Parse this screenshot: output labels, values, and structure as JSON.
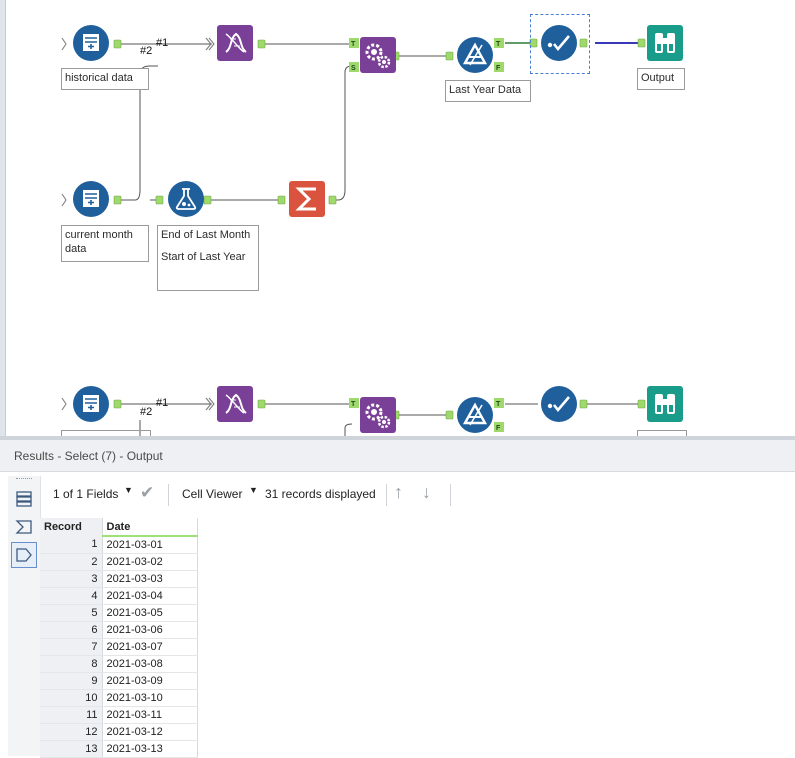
{
  "workflow": {
    "labels": {
      "historical": "historical data",
      "current": "current month data",
      "formula_l1": "End of Last Month",
      "formula_l2": "Start of Last Year",
      "filter": "Last Year Data",
      "output": "Output"
    },
    "connections": {
      "c1": "#1",
      "c2": "#2",
      "c3": "#1",
      "c4": "#2"
    },
    "anchors": {
      "true": "T",
      "false": "F",
      "source": "S"
    },
    "colors": {
      "input": "#1f5f9c",
      "dna": "#7a3f96",
      "join": "#7a3f96",
      "summarize": "#d9533e",
      "formula": "#1f5f9c",
      "filter": "#1f5f9c",
      "select": "#1f5f9c",
      "browse": "#1a9c8a",
      "anchor": "#9fd86b"
    }
  },
  "results": {
    "title": "Results - Select (7) - Output",
    "fields_label": "1 of 1 Fields",
    "viewer_label": "Cell Viewer",
    "records_label": "31 records displayed",
    "columns": {
      "record": "Record",
      "date": "Date"
    },
    "rows": [
      {
        "n": "1",
        "d": "2021-03-01"
      },
      {
        "n": "2",
        "d": "2021-03-02"
      },
      {
        "n": "3",
        "d": "2021-03-03"
      },
      {
        "n": "4",
        "d": "2021-03-04"
      },
      {
        "n": "5",
        "d": "2021-03-05"
      },
      {
        "n": "6",
        "d": "2021-03-06"
      },
      {
        "n": "7",
        "d": "2021-03-07"
      },
      {
        "n": "8",
        "d": "2021-03-08"
      },
      {
        "n": "9",
        "d": "2021-03-09"
      },
      {
        "n": "10",
        "d": "2021-03-10"
      },
      {
        "n": "11",
        "d": "2021-03-11"
      },
      {
        "n": "12",
        "d": "2021-03-12"
      },
      {
        "n": "13",
        "d": "2021-03-13"
      }
    ]
  }
}
